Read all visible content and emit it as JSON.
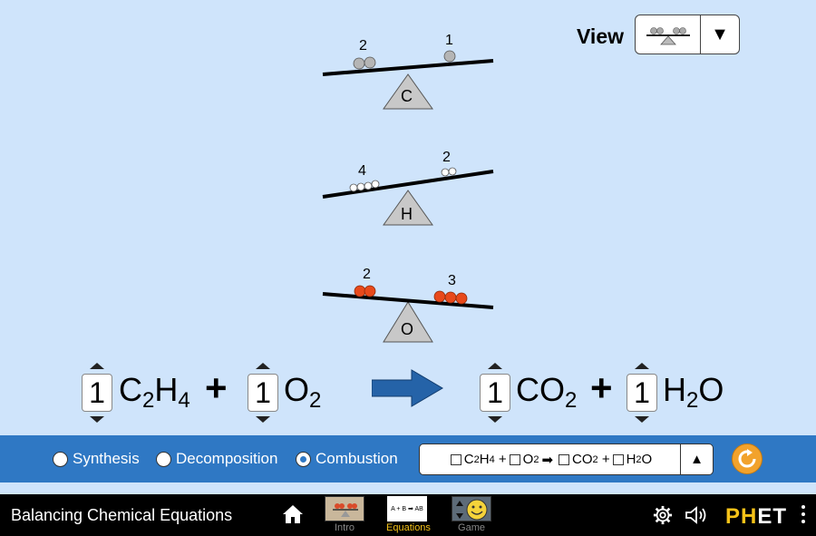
{
  "view": {
    "label": "View"
  },
  "scales": [
    {
      "element": "C",
      "left_count": "2",
      "right_count": "1",
      "atom_color": "gray"
    },
    {
      "element": "H",
      "left_count": "4",
      "right_count": "2",
      "atom_color": "white"
    },
    {
      "element": "O",
      "left_count": "2",
      "right_count": "3",
      "atom_color": "red"
    }
  ],
  "equation": {
    "coefficients": [
      "1",
      "1",
      "1",
      "1"
    ],
    "reactant1": {
      "base": "C",
      "sub1": "2",
      "mid": "H",
      "sub2": "4"
    },
    "reactant2": {
      "base": "O",
      "sub1": "2"
    },
    "product1": {
      "base": "CO",
      "sub1": "2"
    },
    "product2": {
      "base": "H",
      "sub1": "2",
      "tail": "O"
    },
    "plus": "+"
  },
  "reaction_types": [
    {
      "label": "Synthesis",
      "selected": false
    },
    {
      "label": "Decomposition",
      "selected": false
    },
    {
      "label": "Combustion",
      "selected": true
    }
  ],
  "equation_combo": {
    "r1": "C",
    "r1s1": "2",
    "r1m": "H",
    "r1s2": "4",
    "plus": "+",
    "r2": "O",
    "r2s": "2",
    "p1": "CO",
    "p1s": "2",
    "p2": "H",
    "p2s": "2",
    "p2t": "O"
  },
  "navbar": {
    "title": "Balancing Chemical Equations",
    "screens": [
      {
        "label": "Intro",
        "active": false
      },
      {
        "label": "Equations",
        "active": true,
        "thumb_text": "A + B ➡ AB"
      },
      {
        "label": "Game",
        "active": false
      }
    ],
    "brand_p": "PH",
    "brand_rest": "ET"
  },
  "colors": {
    "background": "#cfe4fb",
    "control_bar": "#2f78c4",
    "reset": "#f2a22c",
    "arrow": "#2563a8",
    "active_screen": "#f5c218"
  }
}
